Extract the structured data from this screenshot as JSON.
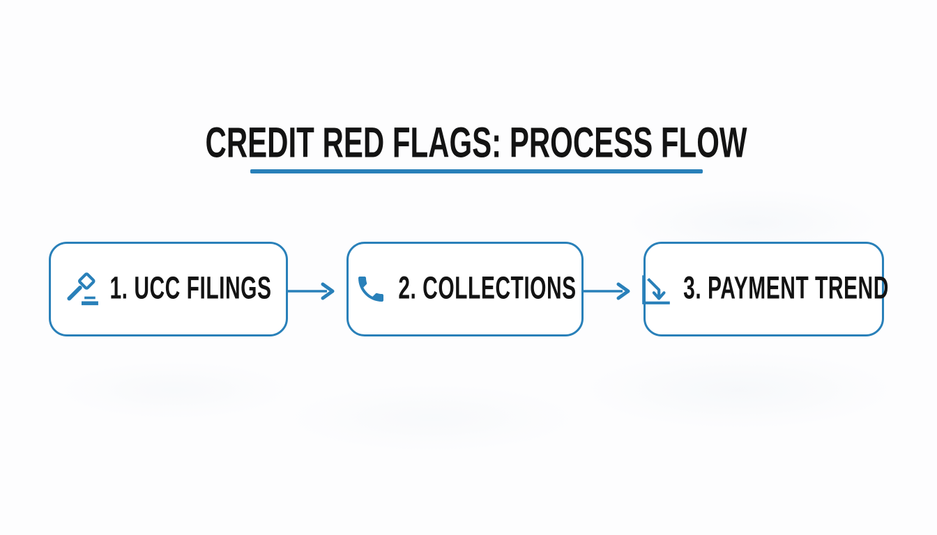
{
  "page": {
    "background_color": "#fdfdfe",
    "accent_color": "#2980b9",
    "text_color": "#131313"
  },
  "title": {
    "text": "CREDIT RED FLAGS: PROCESS FLOW"
  },
  "flow": {
    "connector": "right-arrow",
    "steps": [
      {
        "label": "1. UCC FILINGS",
        "icon": "gavel-icon"
      },
      {
        "label": "2. COLLECTIONS",
        "icon": "phone-icon"
      },
      {
        "label": "3. PAYMENT TREND",
        "icon": "declining-trend-chart-icon"
      }
    ]
  }
}
